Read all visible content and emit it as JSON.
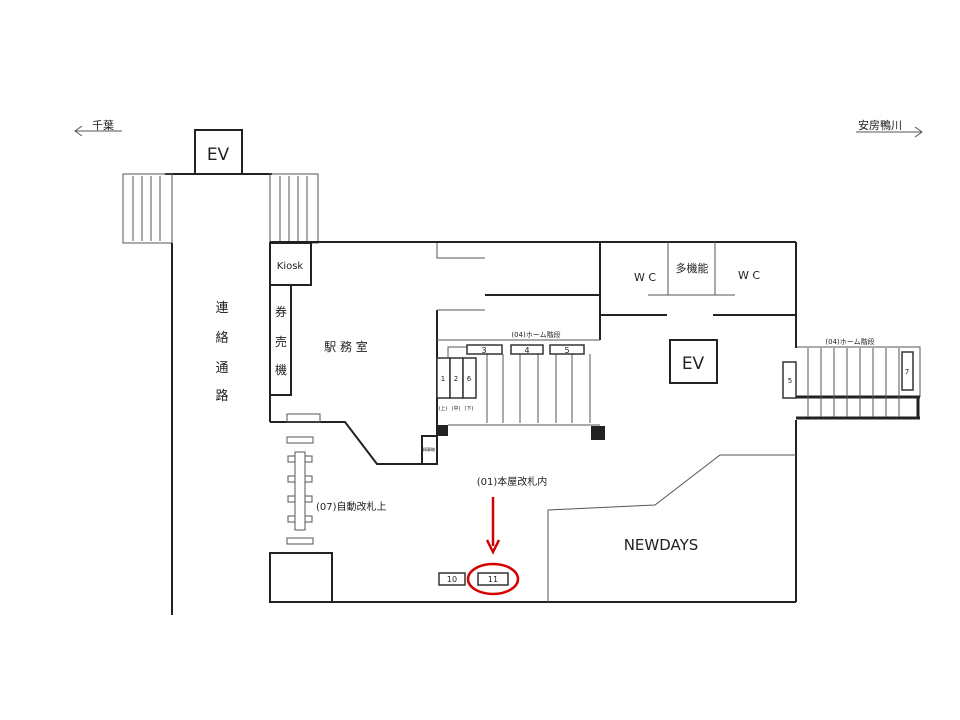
{
  "directions": {
    "left": "千葉",
    "right": "安房鴨川"
  },
  "elevators": {
    "top": "EV",
    "center": "EV"
  },
  "corridor": [
    "連",
    "絡",
    "通",
    "路"
  ],
  "kiosk": "Kiosk",
  "ticket_machine": [
    "券",
    "売",
    "機"
  ],
  "station_office": "駅 務 室",
  "fare_adjust": "精算機",
  "toilets": {
    "left": "W C",
    "multi": "多機能",
    "right": "W C"
  },
  "stairs_label_center": "(04)ホーム階段",
  "stairs_label_right": "(04)ホーム階段",
  "spots": {
    "s1": "1",
    "s2": "2",
    "s6": "6",
    "s3": "3",
    "s4": "4",
    "s5": "5",
    "s5b": "5",
    "s7": "7",
    "s10": "10",
    "s11": "11"
  },
  "stair_positions": [
    "(上)",
    "(中)",
    "(下)"
  ],
  "gate_label": "(07)自動改札上",
  "inside_gate_label": "(01)本屋改札内",
  "shop": "NEWDAYS",
  "colors": {
    "highlight": "#d40000"
  }
}
